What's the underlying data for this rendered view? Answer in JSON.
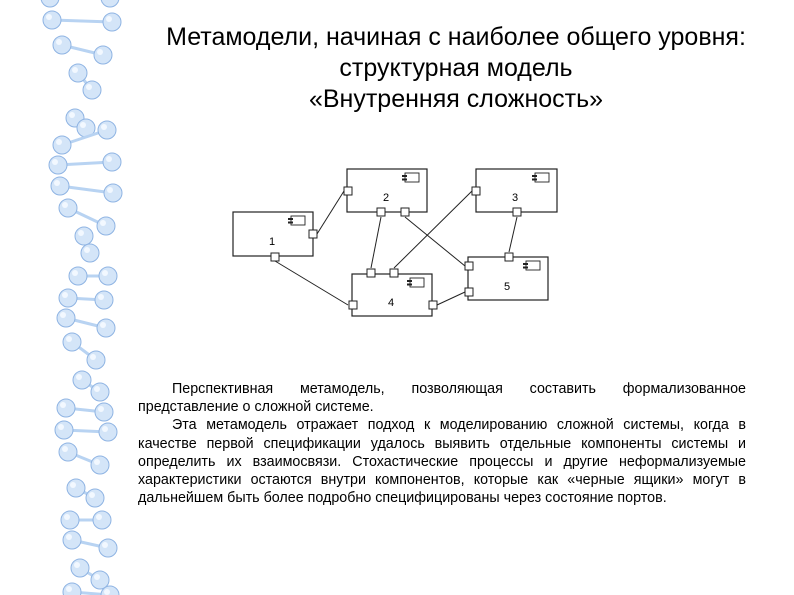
{
  "title": {
    "line1": "Метамодели, начиная с наиболее общего уровня:",
    "line2": "структурная модель",
    "line3": "«Внутренняя сложность»"
  },
  "diagram": {
    "components": [
      {
        "id": "1",
        "label": "1"
      },
      {
        "id": "2",
        "label": "2"
      },
      {
        "id": "3",
        "label": "3"
      },
      {
        "id": "4",
        "label": "4"
      },
      {
        "id": "5",
        "label": "5"
      }
    ],
    "connections": [
      [
        "1",
        "2"
      ],
      [
        "1",
        "4"
      ],
      [
        "2",
        "4"
      ],
      [
        "2",
        "5"
      ],
      [
        "3",
        "4"
      ],
      [
        "3",
        "5"
      ],
      [
        "4",
        "5"
      ]
    ]
  },
  "body": {
    "paragraph1": "Перспективная метамодель, позволяющая составить формализованное представление о сложной системе.",
    "paragraph2": "Эта метамодель отражает подход к моделированию сложной системы, когда в качестве первой спецификации удалось выявить отдельные компоненты системы и определить их взаимосвязи. Стохастические процессы и другие неформализуемые характеристики остаются внутри компонентов, которые как «черные ящики» могут в дальнейшем быть более подробно специфицированы через состояние портов."
  },
  "colors": {
    "helix": "#b8d3f2",
    "helix_edge": "#8fb4e3"
  }
}
